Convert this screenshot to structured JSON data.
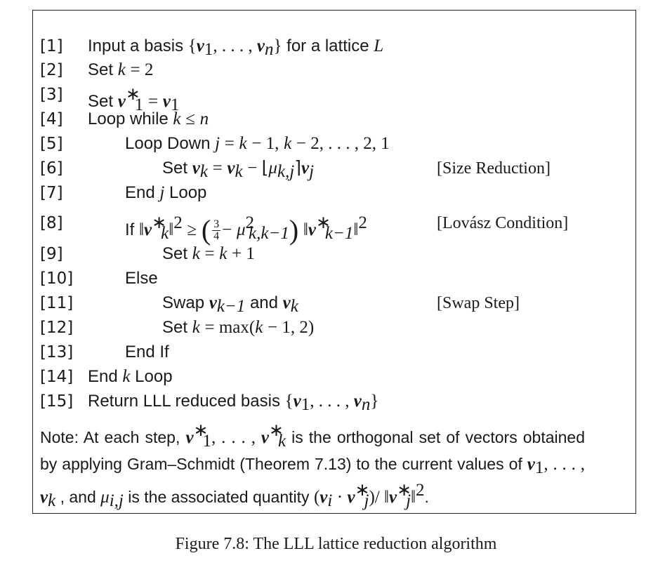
{
  "steps": [
    {
      "num": "[1]",
      "text": "Input a basis {v1, . . . , vn} for a lattice L"
    },
    {
      "num": "[2]",
      "text": "Set k = 2"
    },
    {
      "num": "[3]",
      "text": "Set v1* = v1"
    },
    {
      "num": "[4]",
      "text": "Loop while k ≤ n"
    },
    {
      "num": "[5]",
      "text": "Loop Down j = k − 1, k − 2, . . . , 2, 1"
    },
    {
      "num": "[6]",
      "text": "Set vk = vk − ⌊μk,j⌉vj",
      "comment": "[Size Reduction]"
    },
    {
      "num": "[7]",
      "text": "End j Loop"
    },
    {
      "num": "[8]",
      "text": "If ‖vk*‖² ≥ (3/4 − μ²k,k−1) ‖v*k−1‖²",
      "comment": "[Lovász Condition]"
    },
    {
      "num": "[9]",
      "text": "Set k = k + 1"
    },
    {
      "num": "[10]",
      "text": "Else"
    },
    {
      "num": "[11]",
      "text": "Swap vk−1 and vk",
      "comment": "[Swap Step]"
    },
    {
      "num": "[12]",
      "text": "Set k = max(k − 1, 2)"
    },
    {
      "num": "[13]",
      "text": "End If"
    },
    {
      "num": "[14]",
      "text": "End k Loop"
    },
    {
      "num": "[15]",
      "text": "Return LLL reduced basis {v1, . . . , vn}"
    }
  ],
  "note": "Note: At each step, v1*, . . . , vk* is the orthogonal set of vectors obtained by applying Gram–Schmidt (Theorem 7.13) to the current values of v1, . . . , vk , and μi,j is the associated quantity (vi · vj*)/ ‖vj*‖².",
  "caption": "Figure 7.8: The LLL lattice reduction algorithm"
}
